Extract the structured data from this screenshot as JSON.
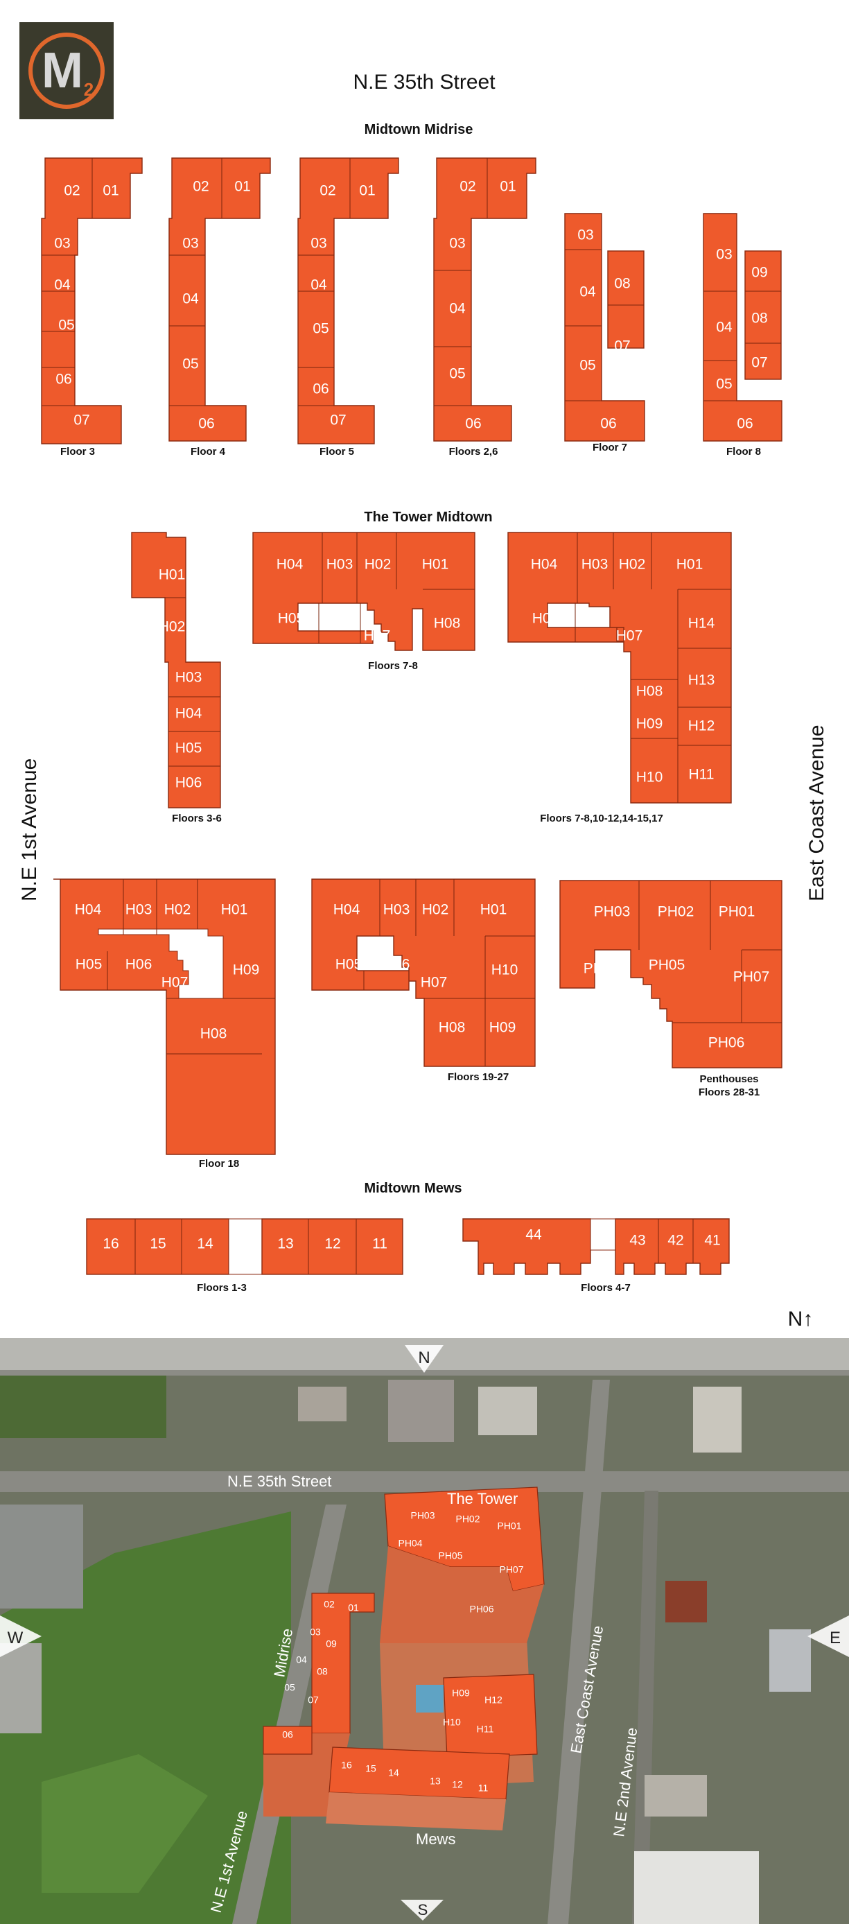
{
  "logo": {
    "letters": "M",
    "subscript": "2",
    "ring_color": "#e0672c",
    "bg": "#3a3a2c"
  },
  "accent": "#ee5a2c",
  "streets": {
    "top": "N.E 35th Street",
    "left": "N.E 1st Avenue",
    "right": "East Coast Avenue"
  },
  "north_arrow": "N↑",
  "sections": {
    "midrise": "Midtown Midrise",
    "tower": "The Tower Midtown",
    "mews": "Midtown Mews"
  },
  "captions": {
    "floor3": "Floor 3",
    "floor4": "Floor 4",
    "floor5": "Floor 5",
    "floors26": "Floors 2,6",
    "floor7": "Floor 7",
    "floor8": "Floor 8",
    "floors36": "Floors 3-6",
    "floors78": "Floors 7-8",
    "floors7_17": "Floors 7-8,10-12,14-15,17",
    "floor18": "Floor 18",
    "floors19_27": "Floors 19-27",
    "ph_line1": "Penthouses",
    "ph_line2": "Floors 28-31",
    "floors13": "Floors 1-3",
    "floors47": "Floors 4-7"
  },
  "aerial": {
    "compass_n": "N",
    "compass_s": "S",
    "compass_e": "E",
    "compass_w": "W",
    "street_35": "N.E 35th Street",
    "tower": "The Tower",
    "midrise": "Midrise",
    "mews": "Mews",
    "eca": "East Coast Avenue",
    "ne1": "N.E 1st Avenue",
    "ne2": "N.E 2nd Avenue",
    "units_tower": [
      "PH03",
      "PH02",
      "PH01",
      "PH04",
      "PH05",
      "PH07",
      "PH06",
      "H09",
      "H12",
      "H10",
      "H11"
    ],
    "units_midrise": [
      "02",
      "01",
      "03",
      "09",
      "04",
      "08",
      "05",
      "07",
      "06"
    ],
    "units_mews": [
      "16",
      "15",
      "14",
      "13",
      "12",
      "11"
    ]
  }
}
